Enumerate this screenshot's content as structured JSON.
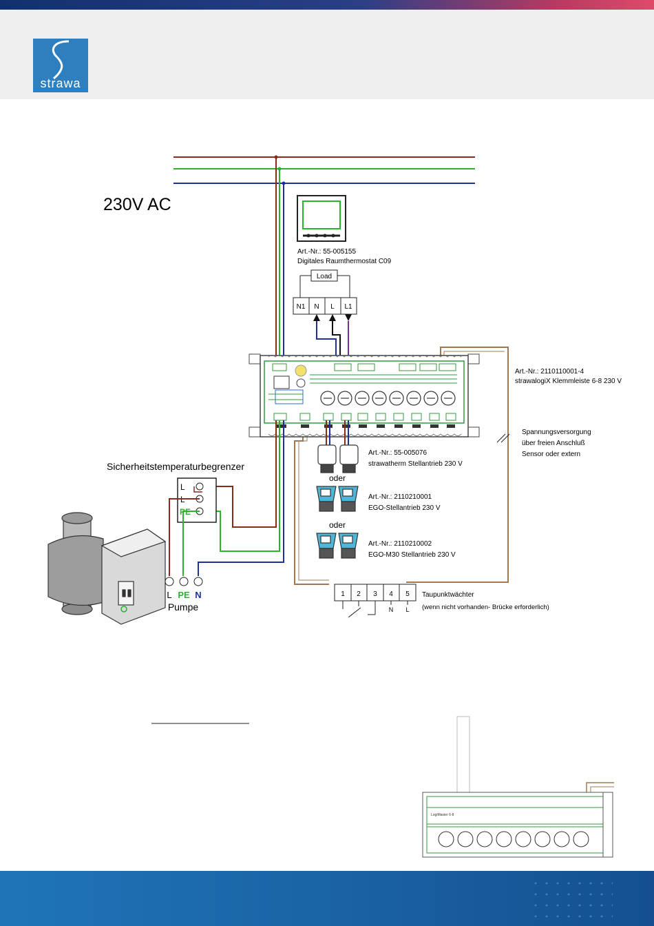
{
  "brand": {
    "logo_text": "strawa"
  },
  "diagram": {
    "supply_label": "230V AC",
    "thermostat": {
      "article": "Art.-Nr.: 55-005155",
      "name": "Digitales Raumthermostat C09",
      "load_label": "Load",
      "terminals": [
        "N1",
        "N",
        "L",
        "L1"
      ]
    },
    "terminal_strip": {
      "article": "Art.-Nr.: 2110110001-4",
      "name": "strawalogiX Klemmleiste 6-8 230 V"
    },
    "power_note": [
      "Spannungsversorgung",
      "über freien Anschluß",
      "Sensor oder extern"
    ],
    "limiter": {
      "title": "Sicherheitstemperaturbegrenzer",
      "terminals": [
        "L",
        "L",
        "PE"
      ]
    },
    "pump": {
      "terminals": [
        "L",
        "PE",
        "N"
      ],
      "label": "Pumpe"
    },
    "actuators": [
      {
        "article": "Art.-Nr.: 55-005076",
        "name": "strawatherm Stellantrieb 230 V"
      },
      {
        "article": "Art.-Nr.: 2110210001",
        "name": "EGO-Stellantrieb 230 V"
      },
      {
        "article": "Art.-Nr.: 2110210002",
        "name": "EGO-M30 Stellantrieb 230 V"
      }
    ],
    "or_label": "oder",
    "dewpoint": {
      "terminals": [
        "1",
        "2",
        "3",
        "4",
        "5"
      ],
      "bottom_labels": [
        "N",
        "L"
      ],
      "title": "Taupunktwächter",
      "note": "(wenn nicht vorhanden- Brücke erforderlich)"
    },
    "inset_label": "LogiMaster 6-8"
  },
  "colors": {
    "brown": "#8b2a1a",
    "green": "#27b52a",
    "blue": "#1f2f9a",
    "purple": "#7a2aa0",
    "board_green": "#2f9a3a",
    "tan": "#a07850"
  }
}
